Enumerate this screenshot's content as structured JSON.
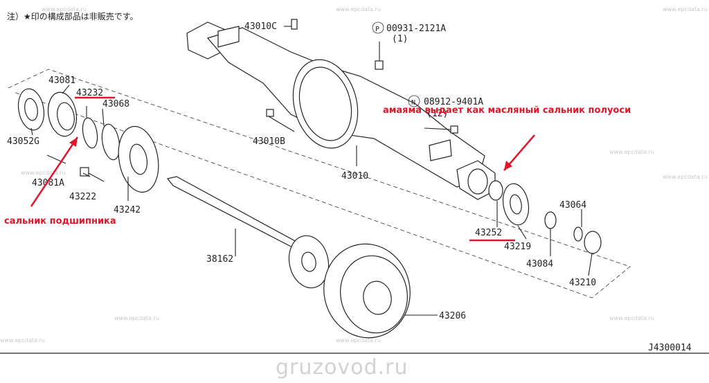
{
  "note": "注）★印の構成部品は非販売です。",
  "diagram_code": "J4300014",
  "site_watermark": "gruzovod.ru",
  "watermark": "www.epcdata.ru",
  "parts": {
    "p43081": "43081",
    "p43052g": "43052G",
    "p43232": "43232",
    "p43068": "43068",
    "p43081a": "43081A",
    "p43222": "43222",
    "p43242": "43242",
    "p43010c": "43010C",
    "p00931": "00931-2121A",
    "p00931_qty": "(1)",
    "p08912": "08912-9401A",
    "p08912_qty": "(12)",
    "p43010b": "43010B",
    "p43010": "43010",
    "p43064": "43064",
    "p43252": "43252",
    "p43219": "43219",
    "p43084": "43084",
    "p43210": "43210",
    "p38162": "38162",
    "p43206": "43206"
  },
  "callouts": {
    "p_symbol": "P",
    "n_symbol": "N"
  },
  "annotations": {
    "left": "сальник  подшипника",
    "right": "амаяма выдает как масляный сальник полуоси"
  },
  "colors": {
    "annotation": "#e0142a",
    "line": "#222222"
  }
}
